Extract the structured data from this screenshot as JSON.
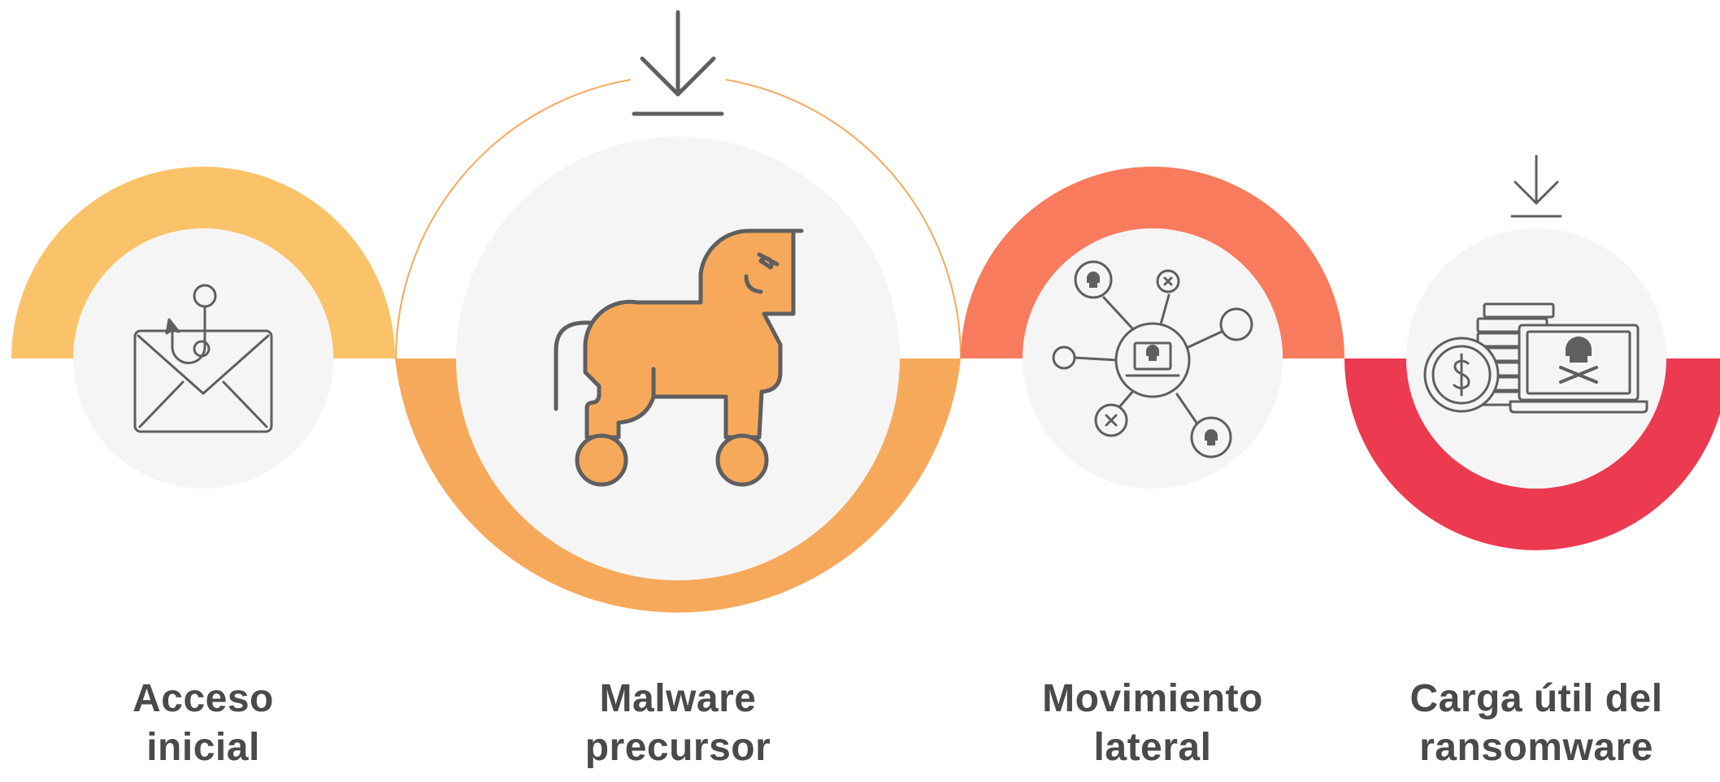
{
  "colors": {
    "stage_1": "#FAC369",
    "stage_2": "#F7A95B",
    "stage_3": "#F97B5E",
    "stage_4": "#EC3A50",
    "circle_fill": "#F5F5F5",
    "icon_stroke": "#5f5f5f",
    "label_text": "#4a4a4a"
  },
  "stages": [
    {
      "id": "initial-access",
      "line1": "Acceso",
      "line2": "inicial",
      "icon": "phishing-email-icon",
      "highlighted": false
    },
    {
      "id": "precursor-malware",
      "line1": "Malware",
      "line2": "precursor",
      "icon": "trojan-horse-icon",
      "highlighted": true
    },
    {
      "id": "lateral-movement",
      "line1": "Movimiento",
      "line2": "lateral",
      "icon": "network-spread-icon",
      "highlighted": false
    },
    {
      "id": "ransomware-payload",
      "line1": "Carga útil del",
      "line2": "ransomware",
      "icon": "ransomware-payload-icon",
      "highlighted": true
    }
  ]
}
